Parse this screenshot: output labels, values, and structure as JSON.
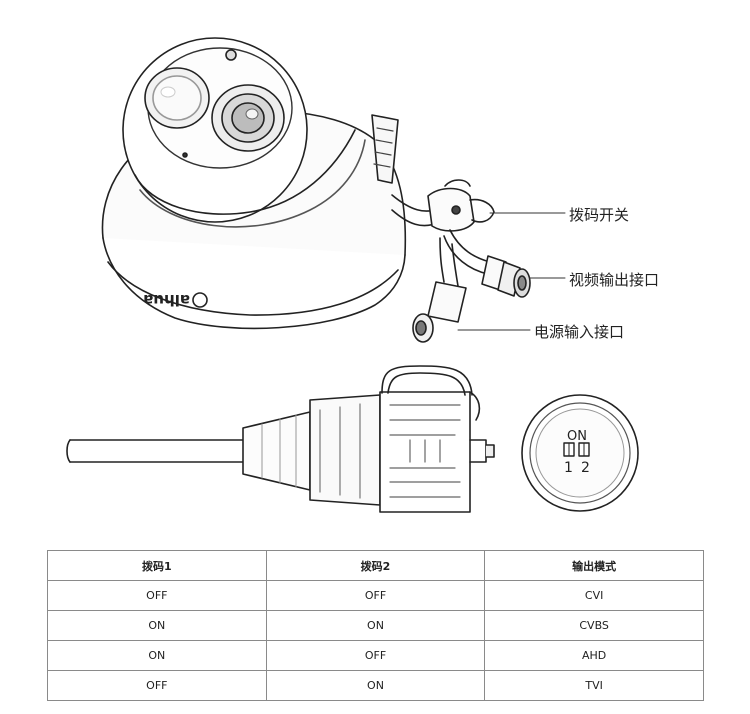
{
  "callouts": {
    "dip_switch": "拨码开关",
    "video_output": "视频输出接口",
    "power_input": "电源输入接口"
  },
  "brand_logo": "alhua",
  "switch_panel": {
    "on_label": "ON",
    "pos1": "1",
    "pos2": "2"
  },
  "table": {
    "headers": [
      "拨码1",
      "拨码2",
      "输出模式"
    ],
    "rows": [
      [
        "OFF",
        "OFF",
        "CVI"
      ],
      [
        "ON",
        "ON",
        "CVBS"
      ],
      [
        "ON",
        "OFF",
        "AHD"
      ],
      [
        "OFF",
        "ON",
        "TVI"
      ]
    ]
  }
}
